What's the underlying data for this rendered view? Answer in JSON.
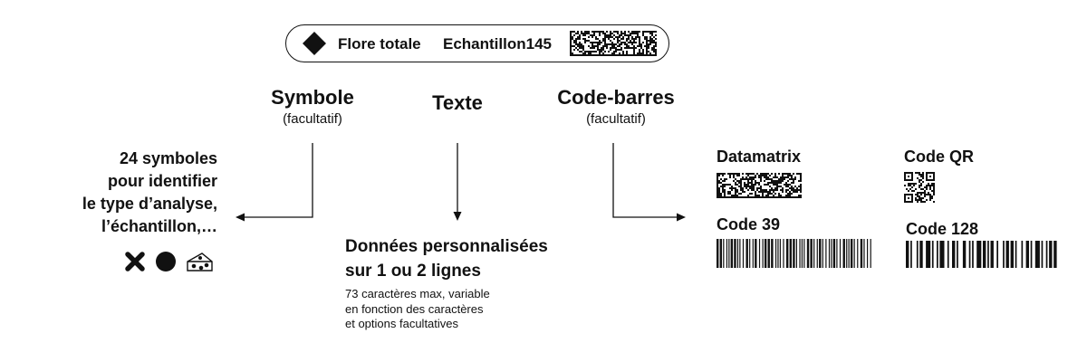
{
  "label": {
    "text_primary": "Flore totale",
    "text_secondary": "Echantillon145"
  },
  "headers": {
    "symbol": {
      "title": "Symbole",
      "subtitle": "(facultatif)"
    },
    "text": {
      "title": "Texte"
    },
    "barcode": {
      "title": "Code-barres",
      "subtitle": "(facultatif)"
    }
  },
  "symbols_block": {
    "line1": "24 symboles",
    "line2": "pour identifier",
    "line3": "le type d’analyse,",
    "line4": "l’échantillon,…",
    "icons": [
      "cross-icon",
      "filled-circle-icon",
      "cheese-icon"
    ]
  },
  "text_block": {
    "title_line1": "Données personnalisées",
    "title_line2": "sur 1 ou 2 lignes",
    "note_line1": "73 caractères max, variable",
    "note_line2": "en fonction des caractères",
    "note_line3": "et options facultatives"
  },
  "barcode_types": {
    "datamatrix": "Datamatrix",
    "qr": "Code QR",
    "code39": "Code 39",
    "code128": "Code 128"
  },
  "colors": {
    "ink": "#111111",
    "background": "#ffffff"
  }
}
